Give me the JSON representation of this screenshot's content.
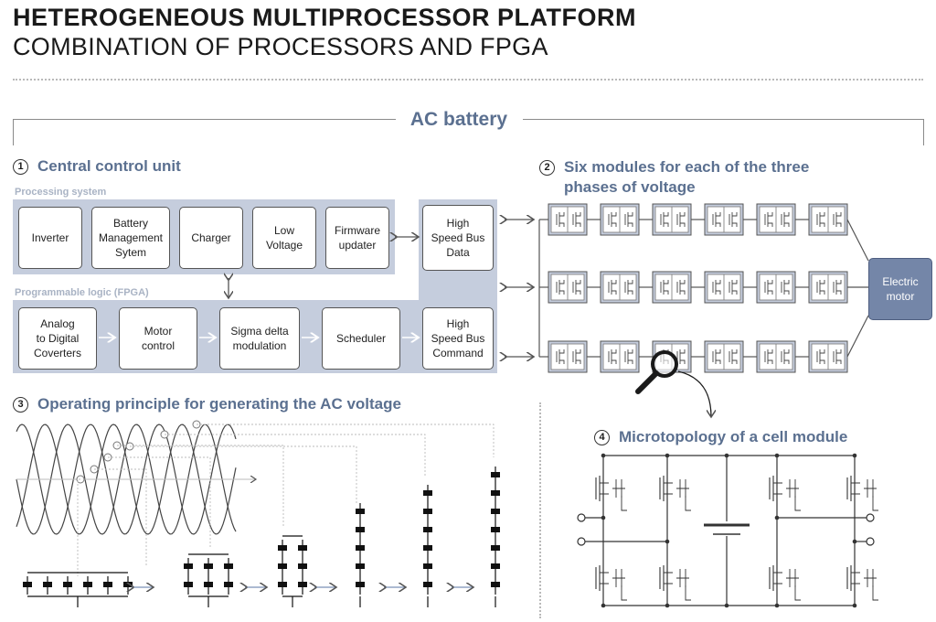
{
  "header": {
    "title": "HETEROGENEOUS MULTIPROCESSOR PLATFORM",
    "subtitle": "COMBINATION OF PROCESSORS AND FPGA"
  },
  "ac_battery_label": "AC battery",
  "section1": {
    "number": "1",
    "title": "Central control unit",
    "processing_label": "Processing system",
    "fpga_label": "Programmable logic (FPGA)",
    "processing_boxes": [
      "Inverter",
      "Battery\nManagement\nSytem",
      "Charger",
      "Low\nVoltage",
      "Firmware\nupdater"
    ],
    "bus_data": "High\nSpeed Bus\nData",
    "fpga_boxes": [
      "Analog\nto Digital\nCoverters",
      "Motor\ncontrol",
      "Sigma delta\nmodulation",
      "Scheduler"
    ],
    "bus_command": "High\nSpeed Bus\nCommand"
  },
  "section2": {
    "number": "2",
    "title_line1": "Six modules for each of the three",
    "title_line2": "phases of voltage",
    "motor_label": "Electric\nmotor"
  },
  "section3": {
    "number": "3",
    "title": "Operating principle for generating the AC voltage"
  },
  "section4": {
    "number": "4",
    "title": "Microtopology of a cell module"
  },
  "colors": {
    "accent": "#5b7090",
    "panel": "#c5cddd",
    "motor": "#7486a8",
    "sub_label": "#a9b3c4"
  },
  "icons": [
    "magnifier-icon",
    "double-arrow-icon",
    "arrow-icon",
    "transistor-icon",
    "battery-icon"
  ]
}
